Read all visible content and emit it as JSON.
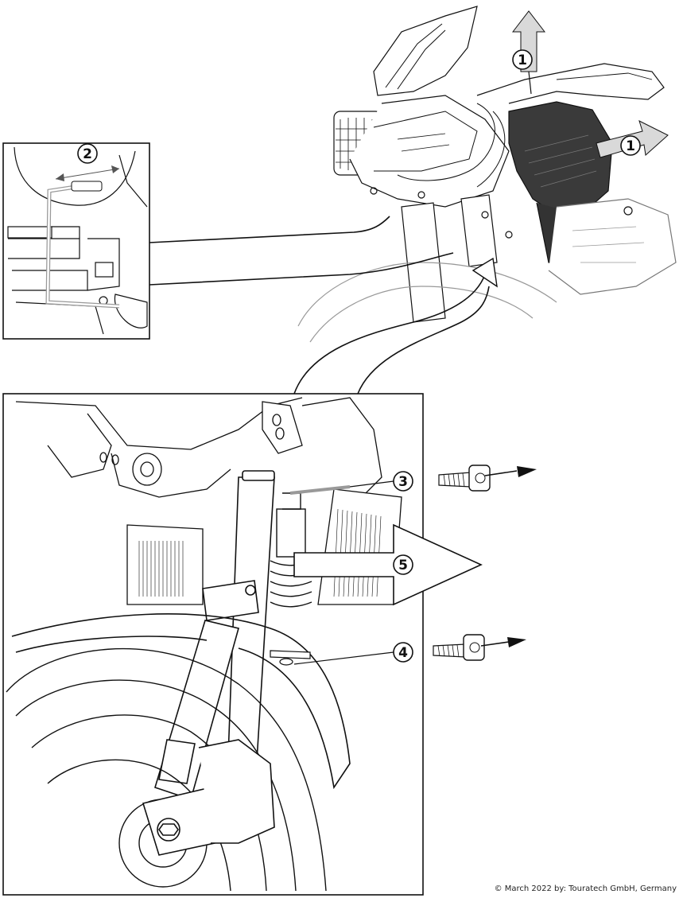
{
  "callouts": {
    "c1a": "1",
    "c1b": "1",
    "c2": "2",
    "c3": "3",
    "c4": "4",
    "c5": "5"
  },
  "footer": {
    "copyright": "© March 2022 by: Touratech GmbH, Germany"
  },
  "icons": {
    "removal_arrow": "arrow-right-icon",
    "callout_marker": "circled-number-icon"
  },
  "colors": {
    "line": "#111111",
    "arrow_fill": "#d9d9d9",
    "component_dark": "#3a3a3a"
  }
}
